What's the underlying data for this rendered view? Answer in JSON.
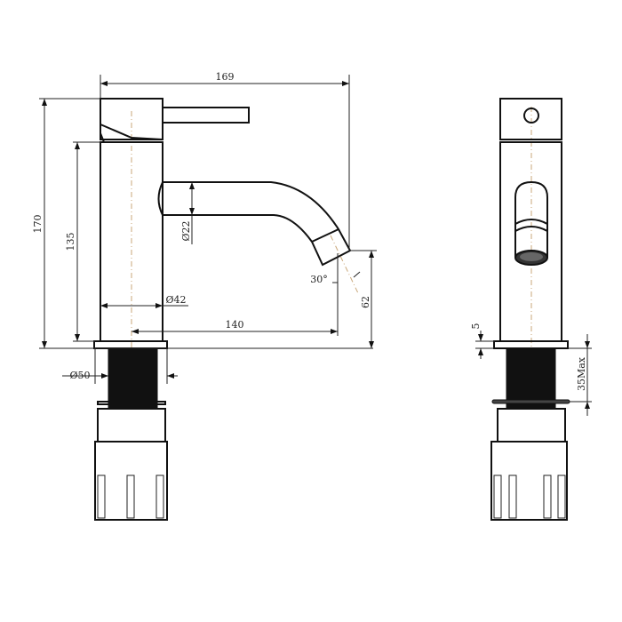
{
  "drawing": {
    "views": [
      "side-elevation",
      "front-elevation"
    ],
    "dimensions": {
      "overall_width": "169",
      "overall_height": "170",
      "body_height": "135",
      "spout_diameter": "Ø22",
      "body_diameter": "Ø42",
      "spout_reach": "140",
      "outlet_angle": "30°",
      "outlet_height": "62",
      "base_diameter": "Ø50",
      "base_plate_thickness": "5",
      "max_deck_thickness": "35Max"
    },
    "colors": {
      "line": "#111111",
      "centerline": "#c9a77a"
    }
  }
}
